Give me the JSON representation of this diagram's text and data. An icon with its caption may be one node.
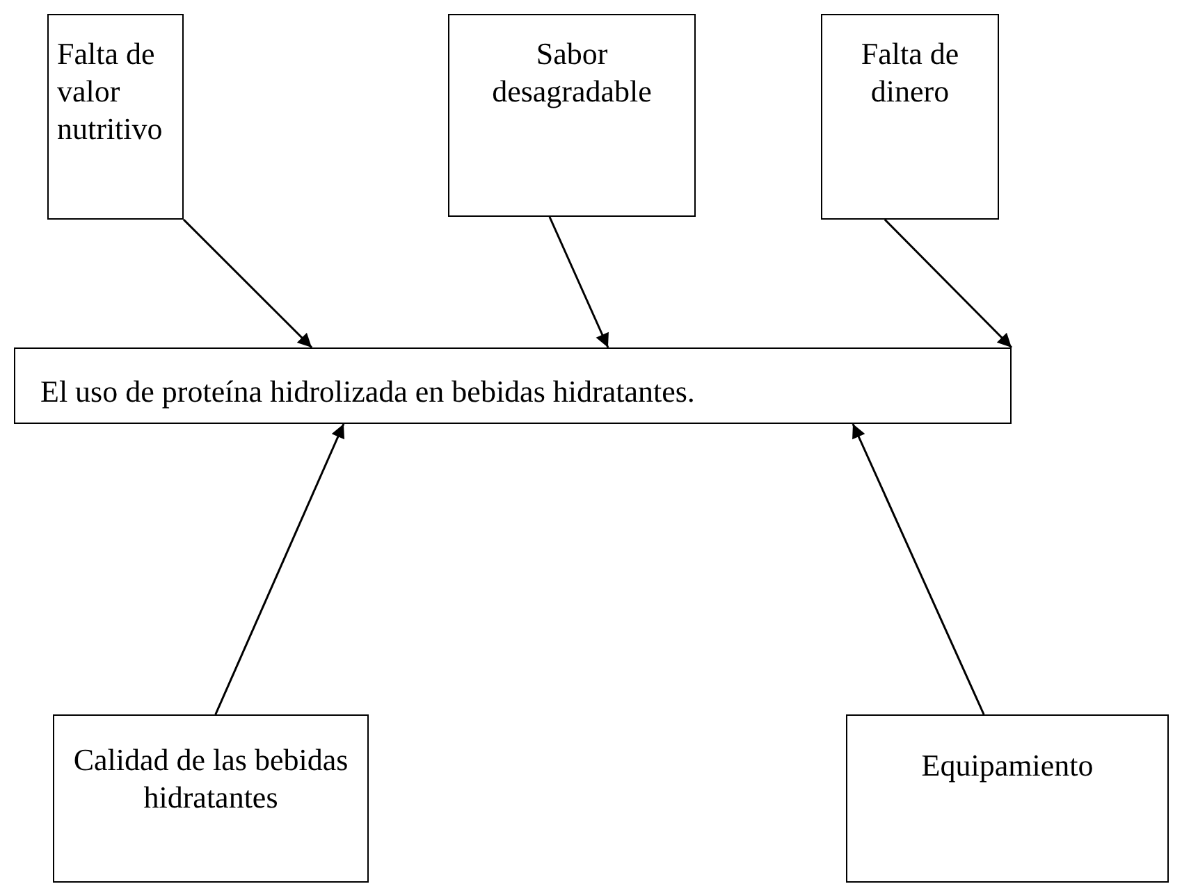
{
  "diagram": {
    "nodes": [
      {
        "text": [
          "Falta de valor nutritivo"
        ]
      },
      {
        "text": [
          "Sabor desagradable"
        ]
      },
      {
        "text": [
          "Falta de dinero"
        ]
      },
      {
        "text": [
          "El uso de proteína hidrolizada en bebidas hidratantes."
        ]
      },
      {
        "text": [
          "Calidad de las bebidas hidratantes"
        ]
      },
      {
        "text": [
          "Equipamiento"
        ]
      }
    ],
    "edges": [
      {
        "from": 0,
        "to": 3,
        "arrow": "to"
      },
      {
        "from": 1,
        "to": 3,
        "arrow": "to"
      },
      {
        "from": 2,
        "to": 3,
        "arrow": "to"
      },
      {
        "from": 4,
        "to": 3,
        "arrow": "to"
      },
      {
        "from": 5,
        "to": 3,
        "arrow": "to"
      }
    ]
  }
}
